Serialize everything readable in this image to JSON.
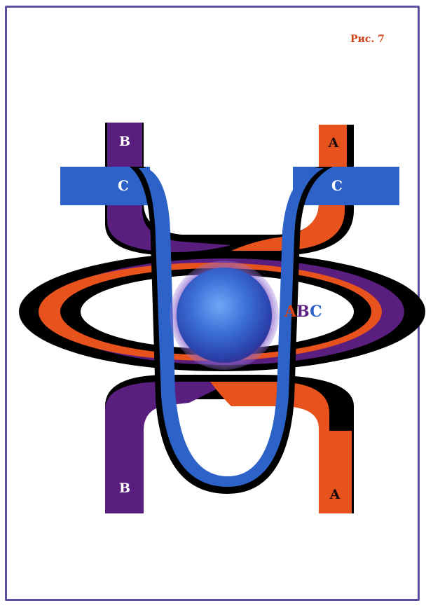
{
  "figure_label": "Рис. 7",
  "labels": {
    "b_top": "B",
    "a_top": "A",
    "c_left": "C",
    "c_right": "C",
    "b_bottom": "B",
    "a_bottom": "A",
    "abc_a": "A",
    "abc_b": "B",
    "abc_c": "C"
  },
  "colors": {
    "frame": "#5a4fa0",
    "band_a": "#e8521c",
    "band_b": "#5a1f7e",
    "band_c": "#2d63c8",
    "outline": "#000000",
    "sphere": "#3b6fd8",
    "label_text": "#ffffff"
  }
}
